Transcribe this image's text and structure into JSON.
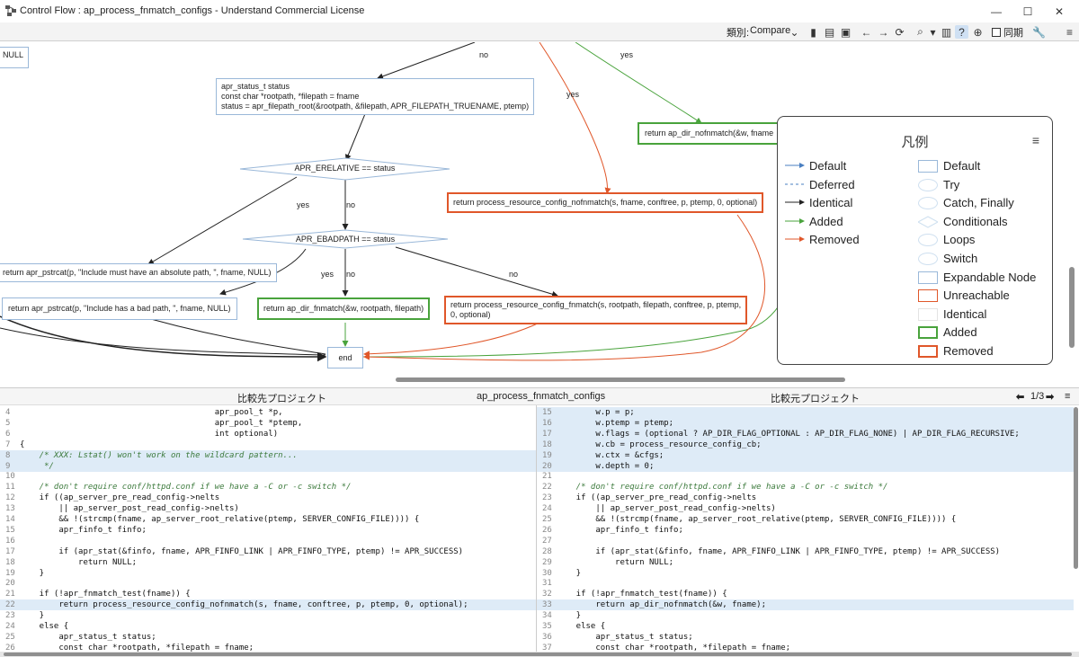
{
  "window": {
    "title": "Control Flow : ap_process_fnmatch_configs - Understand Commercial License",
    "minimize": "—",
    "maximize": "☐",
    "close": "✕"
  },
  "toolbar": {
    "category_label": "類別:",
    "category_value": "Compare",
    "sync_label": "同期"
  },
  "graph": {
    "nodes": {
      "null_top": "NULL",
      "status_1": "apr_status_t status",
      "status_2": "const char *rootpath, *filepath = fname",
      "status_3": "status = apr_filepath_root(&rootpath, &filepath, APR_FILEPATH_TRUENAME, ptemp)",
      "erelative": "APR_ERELATIVE == status",
      "ebadpath": "APR_EBADPATH == status",
      "pstrcat_abs": "return apr_pstrcat(p, \"Include must have an absolute path, \", fname, NULL)",
      "pstrcat_bad": "return apr_pstrcat(p, \"Include has a bad path, \", fname, NULL)",
      "dir_fnmatch": "return ap_dir_fnmatch(&w, rootpath, filepath)",
      "proc_fnmatch_1": "return process_resource_config_fnmatch(s, rootpath, filepath, conftree, p, ptemp,",
      "proc_fnmatch_2": "0, optional)",
      "proc_nofnmatch": "return process_resource_config_nofnmatch(s, fname, conftree, p, ptemp, 0, optional)",
      "dir_nofnmatch": "return ap_dir_nofnmatch(&w, fname",
      "end": "end"
    },
    "edge_labels": {
      "no_top": "no",
      "yes_top_right": "yes",
      "yes_mid": "yes",
      "yes_erel": "yes",
      "no_erel": "no",
      "yes_ebad": "yes",
      "no_ebad": "no",
      "no_ebad_right": "no"
    }
  },
  "legend": {
    "title": "凡例",
    "edges": [
      "Default",
      "Deferred",
      "Identical",
      "Added",
      "Removed"
    ],
    "nodes": [
      "Default",
      "Try",
      "Catch, Finally",
      "Conditionals",
      "Loops",
      "Switch",
      "Expandable Node",
      "Unreachable",
      "Identical",
      "Added",
      "Removed"
    ],
    "colors": {
      "default": "#4a7fc1",
      "identical": "#222222",
      "added": "#49a33c",
      "removed": "#e0572a"
    }
  },
  "diffbar": {
    "left_label": "比較先プロジェクト",
    "center_label": "ap_process_fnmatch_configs",
    "right_label": "比較元プロジェクト",
    "page": "1/3"
  },
  "code_left": [
    {
      "n": "4",
      "t": "                                        apr_pool_t *p,",
      "hl": false
    },
    {
      "n": "5",
      "t": "                                        apr_pool_t *ptemp,",
      "hl": false
    },
    {
      "n": "6",
      "t": "                                        int optional)",
      "hl": false
    },
    {
      "n": "7",
      "t": "{",
      "hl": false
    },
    {
      "n": "8",
      "t": "    /* XXX: Lstat() won't work on the wildcard pattern...",
      "hl": true
    },
    {
      "n": "9",
      "t": "     */",
      "hl": true
    },
    {
      "n": "10",
      "t": "",
      "hl": false
    },
    {
      "n": "11",
      "t": "    /* don't require conf/httpd.conf if we have a -C or -c switch */",
      "hl": false
    },
    {
      "n": "12",
      "t": "    if ((ap_server_pre_read_config->nelts",
      "hl": false
    },
    {
      "n": "13",
      "t": "        || ap_server_post_read_config->nelts)",
      "hl": false
    },
    {
      "n": "14",
      "t": "        && !(strcmp(fname, ap_server_root_relative(ptemp, SERVER_CONFIG_FILE)))) {",
      "hl": false
    },
    {
      "n": "15",
      "t": "        apr_finfo_t finfo;",
      "hl": false
    },
    {
      "n": "16",
      "t": "",
      "hl": false
    },
    {
      "n": "17",
      "t": "        if (apr_stat(&finfo, fname, APR_FINFO_LINK | APR_FINFO_TYPE, ptemp) != APR_SUCCESS)",
      "hl": false
    },
    {
      "n": "18",
      "t": "            return NULL;",
      "hl": false
    },
    {
      "n": "19",
      "t": "    }",
      "hl": false
    },
    {
      "n": "20",
      "t": "",
      "hl": false
    },
    {
      "n": "21",
      "t": "    if (!apr_fnmatch_test(fname)) {",
      "hl": false
    },
    {
      "n": "22",
      "t": "        return process_resource_config_nofnmatch(s, fname, conftree, p, ptemp, 0, optional);",
      "hl": true
    },
    {
      "n": "23",
      "t": "    }",
      "hl": false
    },
    {
      "n": "24",
      "t": "    else {",
      "hl": false
    },
    {
      "n": "25",
      "t": "        apr_status_t status;",
      "hl": false
    },
    {
      "n": "26",
      "t": "        const char *rootpath, *filepath = fname;",
      "hl": false
    }
  ],
  "code_right": [
    {
      "n": "15",
      "t": "        w.p = p;",
      "hl": true
    },
    {
      "n": "16",
      "t": "        w.ptemp = ptemp;",
      "hl": true
    },
    {
      "n": "17",
      "t": "        w.flags = (optional ? AP_DIR_FLAG_OPTIONAL : AP_DIR_FLAG_NONE) | AP_DIR_FLAG_RECURSIVE;",
      "hl": true
    },
    {
      "n": "18",
      "t": "        w.cb = process_resource_config_cb;",
      "hl": true
    },
    {
      "n": "19",
      "t": "        w.ctx = &cfgs;",
      "hl": true
    },
    {
      "n": "20",
      "t": "        w.depth = 0;",
      "hl": true
    },
    {
      "n": "21",
      "t": "",
      "hl": false
    },
    {
      "n": "22",
      "t": "    /* don't require conf/httpd.conf if we have a -C or -c switch */",
      "hl": false
    },
    {
      "n": "23",
      "t": "    if ((ap_server_pre_read_config->nelts",
      "hl": false
    },
    {
      "n": "24",
      "t": "        || ap_server_post_read_config->nelts)",
      "hl": false
    },
    {
      "n": "25",
      "t": "        && !(strcmp(fname, ap_server_root_relative(ptemp, SERVER_CONFIG_FILE)))) {",
      "hl": false
    },
    {
      "n": "26",
      "t": "        apr_finfo_t finfo;",
      "hl": false
    },
    {
      "n": "27",
      "t": "",
      "hl": false
    },
    {
      "n": "28",
      "t": "        if (apr_stat(&finfo, fname, APR_FINFO_LINK | APR_FINFO_TYPE, ptemp) != APR_SUCCESS)",
      "hl": false
    },
    {
      "n": "29",
      "t": "            return NULL;",
      "hl": false
    },
    {
      "n": "30",
      "t": "    }",
      "hl": false
    },
    {
      "n": "31",
      "t": "",
      "hl": false
    },
    {
      "n": "32",
      "t": "    if (!apr_fnmatch_test(fname)) {",
      "hl": false
    },
    {
      "n": "33",
      "t": "        return ap_dir_nofnmatch(&w, fname);",
      "hl": true
    },
    {
      "n": "34",
      "t": "    }",
      "hl": false
    },
    {
      "n": "35",
      "t": "    else {",
      "hl": false
    },
    {
      "n": "36",
      "t": "        apr_status_t status;",
      "hl": false
    },
    {
      "n": "37",
      "t": "        const char *rootpath, *filepath = fname;",
      "hl": false
    }
  ]
}
